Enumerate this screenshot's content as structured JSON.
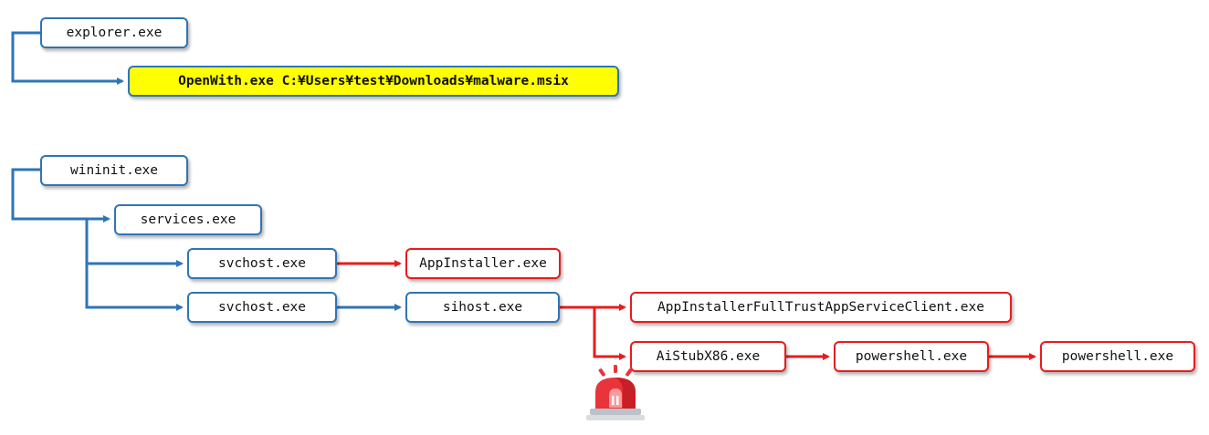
{
  "colors": {
    "normal": "#2e75b6",
    "suspicious": "#e81c1c",
    "highlight": "#ffff00"
  },
  "trees": [
    {
      "nodes": {
        "explorer": "explorer.exe",
        "openwith": "OpenWith.exe C:¥Users¥test¥Downloads¥malware.msix"
      }
    },
    {
      "nodes": {
        "wininit": "wininit.exe",
        "services": "services.exe",
        "svchost1": "svchost.exe",
        "appinstaller": "AppInstaller.exe",
        "svchost2": "svchost.exe",
        "sihost": "sihost.exe",
        "fulltrust": "AppInstallerFullTrustAppServiceClient.exe",
        "aistub": "AiStubX86.exe",
        "powershell1": "powershell.exe",
        "powershell2": "powershell.exe"
      }
    }
  ],
  "alarm_icon": "siren-icon"
}
